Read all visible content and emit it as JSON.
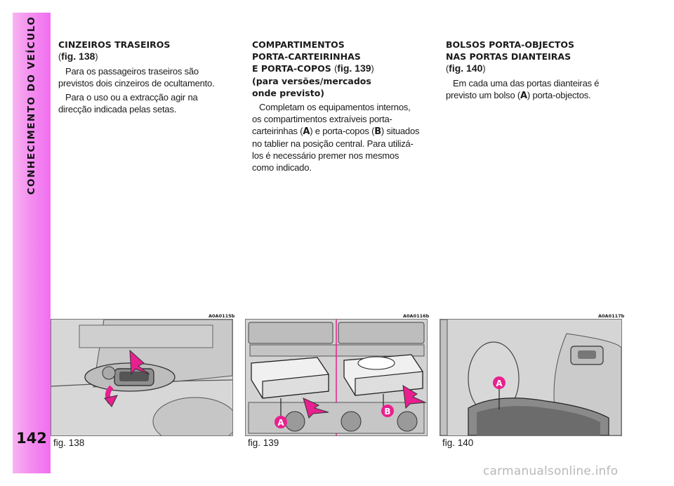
{
  "side_title": "CONHECIMENTO DO VEÍCULO",
  "page_number": "142",
  "sections": [
    {
      "title_lines": [
        "CINZEIROS TRASEIROS"
      ],
      "ref_open": "(",
      "ref": "fig. 138",
      "ref_close": ")",
      "paragraphs": [
        "Para os passageiros traseiros são previstos dois cinzeiros de ocultamento.",
        "Para o uso ou a extracção agir na direcção indicada pelas setas."
      ]
    },
    {
      "title_lines": [
        "COMPARTIMENTOS",
        "PORTA-CARTEIRINHAS",
        "E PORTA-COPOS"
      ],
      "ref": "fig. 139",
      "subtitle_lines": [
        "(para versões/mercados",
        "onde previsto)"
      ],
      "paragraph": {
        "t1": "Completam os equipamentos internos, os compartimentos extraíveis porta-carteirinhas (",
        "k1": "A",
        "t2": ") e porta-copos (",
        "k2": "B",
        "t3": ") situados no tablier na posição central. Para utilizá-los é necessário premer nos mesmos como indicado."
      }
    },
    {
      "title_lines": [
        "BOLSOS PORTA-OBJECTOS",
        "NAS PORTAS DIANTEIRAS"
      ],
      "ref_open": "(",
      "ref": "fig. 140",
      "ref_close": ")",
      "paragraph": {
        "t1": "Em cada uma das portas dianteiras é previsto um bolso (",
        "k1": "A",
        "t2": ") porta-objectos."
      }
    }
  ],
  "figures": [
    {
      "code": "A0A0115b",
      "caption": "fig. 138",
      "labels": []
    },
    {
      "code": "A0A0116b",
      "caption": "fig. 139",
      "labels": [
        "A",
        "B"
      ]
    },
    {
      "code": "A0A0117b",
      "caption": "fig. 140",
      "labels": [
        "A"
      ]
    }
  ],
  "colors": {
    "side_strip": "#f48ff0",
    "callout_badge": "#e8208f",
    "figure_bg": "#d7d7d7"
  },
  "watermark": "carmanualsonline.info"
}
